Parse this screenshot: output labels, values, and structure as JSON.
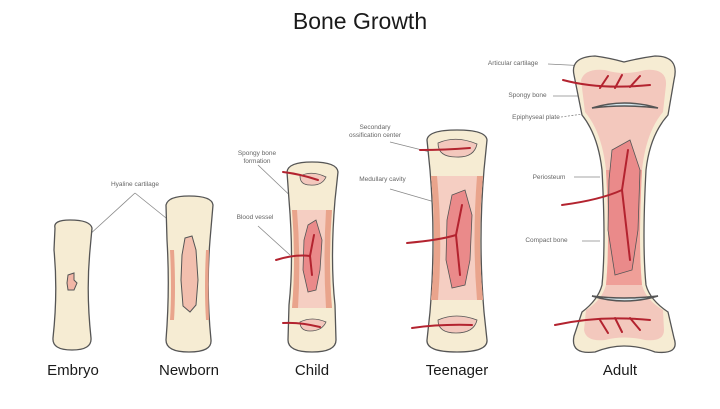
{
  "title": "Bone Growth",
  "colors": {
    "cartilage": "#f5ecd2",
    "outline": "#555555",
    "spongy": "#f3c8bd",
    "medullary": "#ea8a8a",
    "vessel": "#b3232f",
    "periosteum": "#e9a48c",
    "plate": "#d6eaf0"
  },
  "stages": [
    {
      "id": "embryo",
      "label": "Embryo"
    },
    {
      "id": "newborn",
      "label": "Newborn"
    },
    {
      "id": "child",
      "label": "Child"
    },
    {
      "id": "teenager",
      "label": "Teenager"
    },
    {
      "id": "adult",
      "label": "Adult"
    }
  ],
  "annotations": {
    "hyaline_cartilage": "Hyaline cartilage",
    "spongy_bone_formation_1": "Spongy bone",
    "spongy_bone_formation_2": "formation",
    "blood_vessel": "Blood vessel",
    "secondary_ossification_1": "Secondary",
    "secondary_ossification_2": "ossification center",
    "medullary_cavity": "Medullary cavity",
    "articular_cartilage": "Articular cartilage",
    "spongy_bone": "Spongy bone",
    "epiphyseal_plate": "Epiphyseal plate",
    "periosteum": "Periosteum",
    "compact_bone": "Compact bone"
  }
}
